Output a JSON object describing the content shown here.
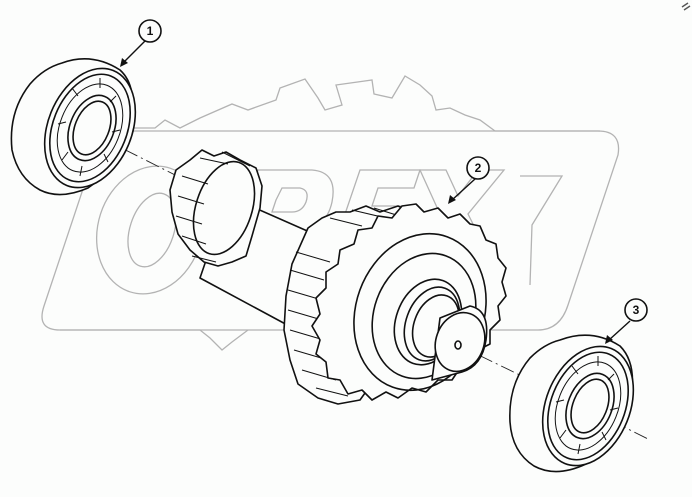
{
  "diagram": {
    "type": "exploded-parts-view",
    "watermark": {
      "text": "OPEX",
      "color": "#b3b3b3"
    },
    "colors": {
      "ink": "#111111",
      "background": "#fcfdfc",
      "watermark": "#b3b3b3"
    },
    "corner_mark": "~",
    "callouts": [
      {
        "number": "1",
        "part": "bearing-left"
      },
      {
        "number": "2",
        "part": "gear-shaft"
      },
      {
        "number": "3",
        "part": "bearing-right"
      }
    ]
  }
}
